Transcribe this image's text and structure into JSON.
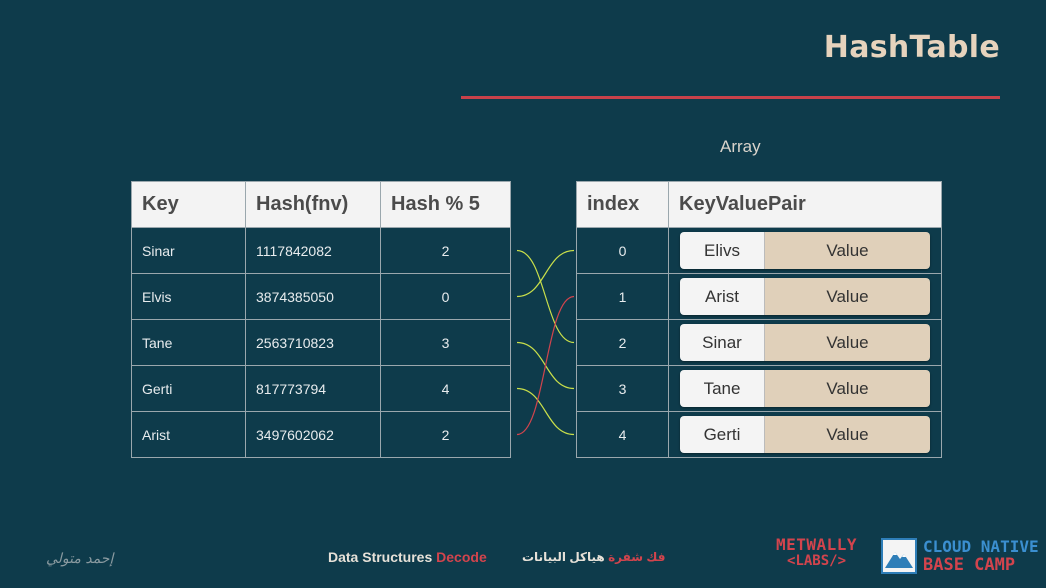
{
  "slide": {
    "title": "HashTable",
    "array_label": "Array"
  },
  "hash_table": {
    "headers": [
      "Key",
      "Hash(fnv)",
      "Hash % 5"
    ],
    "rows": [
      {
        "key": "Sinar",
        "hash": "1117842082",
        "mod": "2"
      },
      {
        "key": "Elvis",
        "hash": "3874385050",
        "mod": "0"
      },
      {
        "key": "Tane",
        "hash": "2563710823",
        "mod": "3"
      },
      {
        "key": "Gerti",
        "hash": "817773794",
        "mod": "4"
      },
      {
        "key": "Arist",
        "hash": "3497602062",
        "mod": "2"
      }
    ]
  },
  "array_table": {
    "headers": [
      "index",
      "KeyValuePair"
    ],
    "rows": [
      {
        "index": "0",
        "key": "Elivs",
        "value": "Value"
      },
      {
        "index": "1",
        "key": "Arist",
        "value": "Value"
      },
      {
        "index": "2",
        "key": "Sinar",
        "value": "Value"
      },
      {
        "index": "3",
        "key": "Tane",
        "value": "Value"
      },
      {
        "index": "4",
        "key": "Gerti",
        "value": "Value"
      }
    ]
  },
  "connectors": {
    "colors": {
      "normal": "#c9df4a",
      "collision": "#d2444d"
    },
    "links": [
      {
        "from_row": 0,
        "to_row": 2,
        "kind": "normal"
      },
      {
        "from_row": 1,
        "to_row": 0,
        "kind": "normal"
      },
      {
        "from_row": 2,
        "to_row": 3,
        "kind": "normal"
      },
      {
        "from_row": 3,
        "to_row": 4,
        "kind": "normal"
      },
      {
        "from_row": 4,
        "to_row": 1,
        "kind": "collision"
      }
    ]
  },
  "footer": {
    "course_prefix": "Data Structures",
    "course_accent": "Decode",
    "arabic_accent": "فك شفرة",
    "arabic_rest": "هياكل البيانات",
    "signature": "إحمد متولي",
    "logo_metwally_line1": "METWALLY",
    "logo_metwally_line2": "<LABS/>",
    "logo_cloud_line1": "CLOUD NATIVE",
    "logo_cloud_line2": "BASE CAMP"
  },
  "colors": {
    "background": "#0e3b4b",
    "title": "#e6d3bd",
    "accent_red": "#d2444d",
    "value_cell": "#e0d0ba"
  }
}
